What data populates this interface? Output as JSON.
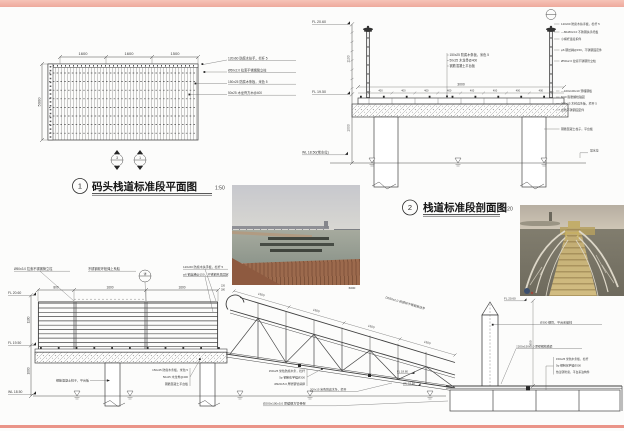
{
  "plan": {
    "title_num": "1",
    "title": "码头栈道标准段平面图",
    "scale": "1:50",
    "top_dims": [
      "1600",
      "1600",
      "1500"
    ],
    "left_dim": "5000",
    "callouts": [
      "120x60 防腐木扶手，栏杆 5",
      "Ø50x2.0 拉索不锈钢管立柱",
      "150x25 防腐木条板，米色 5",
      "50x25 木龙骨方木@400"
    ],
    "marker_a": "3",
    "marker_b": "1"
  },
  "section": {
    "title_num": "2",
    "title": "栈道标准段剖面图",
    "scale": "1:20",
    "level_top": "FL 20.60",
    "level_deck": "FL 19.50",
    "level_water": "WL 18.50(常水位)",
    "vdim_upper": "1100",
    "vdim_lower": "1000",
    "span_dim": "3000",
    "module_dim": "400",
    "center_callouts": [
      "150x25 防腐木条板，米色 5",
      "50x25 木龙骨@400",
      "钢筋混凝土平台板"
    ],
    "right_callouts": [
      "120x60 防腐木扶手板，栏杆 5",
      "—80x80x3.0 不锈钢扶手托板",
      "小横杆连接扣件",
      "φ6 钢丝绳@150，不锈钢固定件",
      "Ø50x2.0 拉索不锈钢管立柱",
      "—100x100x10 预埋钢板",
      "M10 膨胀螺栓锚固",
      "200x15 木封边条板，栏杆 5",
      "台阶不锈钢固定件",
      "钢筋混凝土柱子，平台板",
      "常水位"
    ]
  },
  "elevation": {
    "level_top": "FL 20.60",
    "level_deck": "FL 19.50",
    "level_water": "WL 18.50",
    "vdim_upper": "1100",
    "vdim_lower": "1000",
    "top_dims": [
      "800",
      "1600",
      "1600"
    ],
    "small_dims": [
      "226",
      "280"
    ],
    "callout_post": "Ø50x3.0 拉索不锈钢管立柱",
    "callout_ring": "不锈钢软环栓绳上系船",
    "detail_mark": "详",
    "callout_handrail": "120x60 防腐木扶手板，栏杆 5",
    "callout_wire": "φ6 钢丝绳@150，不锈钢夹具固定",
    "truss_dim": "1500",
    "truss_total": "6000",
    "truss_rail": "DN50x2.0 热镀锌不锈钢管扶手",
    "deck_callouts": [
      "150x25 防腐木条板，米色 5",
      "50x25 木龙骨@400",
      "钢筋混凝土平台板"
    ],
    "column_label": "钢筋混凝土柱子，平台板",
    "truss_callouts": [
      "150x25 米色防腐木条，栏杆",
      "5φ 钢制化学锚Ø300",
      "Ø320x5.0 厚壁钢管斜撑"
    ],
    "ramp_label": "200x15 米色防腐木条，栏杆",
    "level_ramp": "FL 18.80",
    "level_ramp_water": "WL 18.50",
    "frame_label": "Ø200x100x5.0 厚壁钢方管骨架",
    "bollard_level": "FL 20.60",
    "bollard_dim": "850",
    "bollard_label": "Ø300 钢管，平台系船柱",
    "dock_beam_label": "□200x150x5.0 厚壁钢构横梁",
    "dock_callouts": [
      "150x25 米色木条板，栏杆",
      "5φ 钢制化学锚Ø300",
      "热浸锌防腐，平台系泊构件"
    ]
  }
}
